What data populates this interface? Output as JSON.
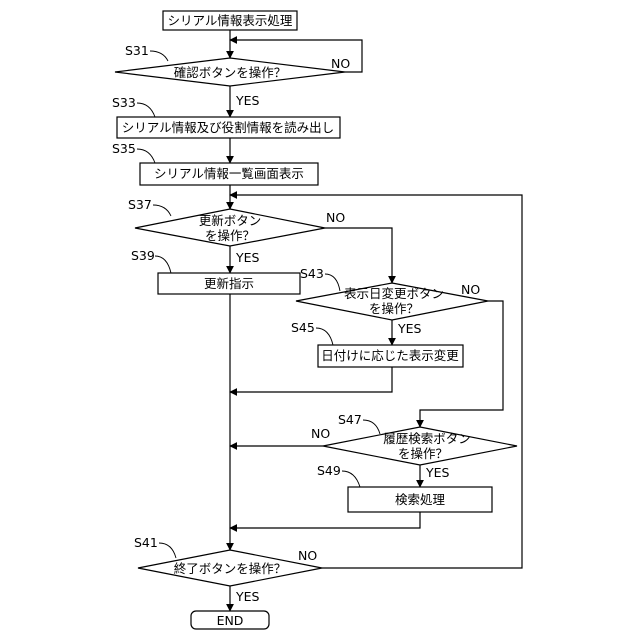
{
  "nodes": {
    "start": "シリアル情報表示処理",
    "s31": "確認ボタンを操作？",
    "s33": "シリアル情報及び役割情報を読み出し",
    "s35": "シリアル情報一覧画面表示",
    "s37_l1": "更新ボタン",
    "s37_l2": "を操作？",
    "s39": "更新指示",
    "s43_l1": "表示日変更ボタン",
    "s43_l2": "を操作？",
    "s45": "日付けに応じた表示変更",
    "s47_l1": "履歴検索ボタン",
    "s47_l2": "を操作？",
    "s49": "検索処理",
    "s41": "終了ボタンを操作？",
    "end": "END"
  },
  "steps": {
    "s31": "S31",
    "s33": "S33",
    "s35": "S35",
    "s37": "S37",
    "s39": "S39",
    "s41": "S41",
    "s43": "S43",
    "s45": "S45",
    "s47": "S47",
    "s49": "S49"
  },
  "branches": {
    "s31_yes": "YES",
    "s31_no": "NO",
    "s37_yes": "YES",
    "s37_no": "NO",
    "s43_yes": "YES",
    "s43_no": "NO",
    "s47_yes": "YES",
    "s47_no": "NO",
    "s41_yes": "YES",
    "s41_no": "NO"
  }
}
